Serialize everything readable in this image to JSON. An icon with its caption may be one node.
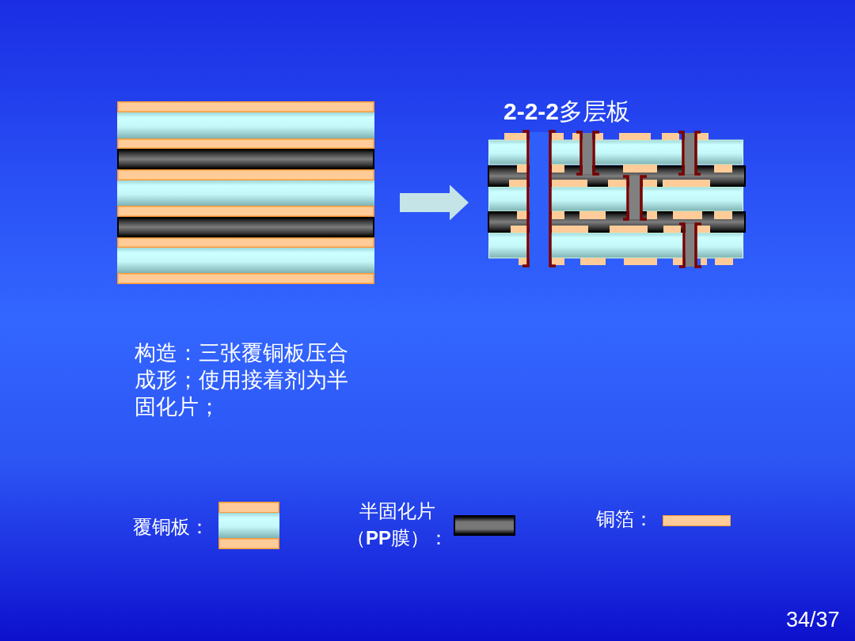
{
  "diagram": {
    "nodes": [
      {
        "text": [],
        "shape": "picture"
      },
      {
        "text": [
          "**2-2-2**多层板"
        ]
      }
    ],
    "edges": [
      {
        "from": 0,
        "to": 1,
        "arrow": "to"
      }
    ],
    "labels": [
      "构造：三张覆铜板压合成形；使用接着剂为半固化片；",
      "34/37"
    ],
    "legend": [
      {
        "text": "覆铜板："
      },
      {
        "text": "半固化片（**PP**膜）：",
        "color": "#777777"
      },
      {
        "text": "铜箔：",
        "color": "#ffcc99"
      }
    ]
  }
}
